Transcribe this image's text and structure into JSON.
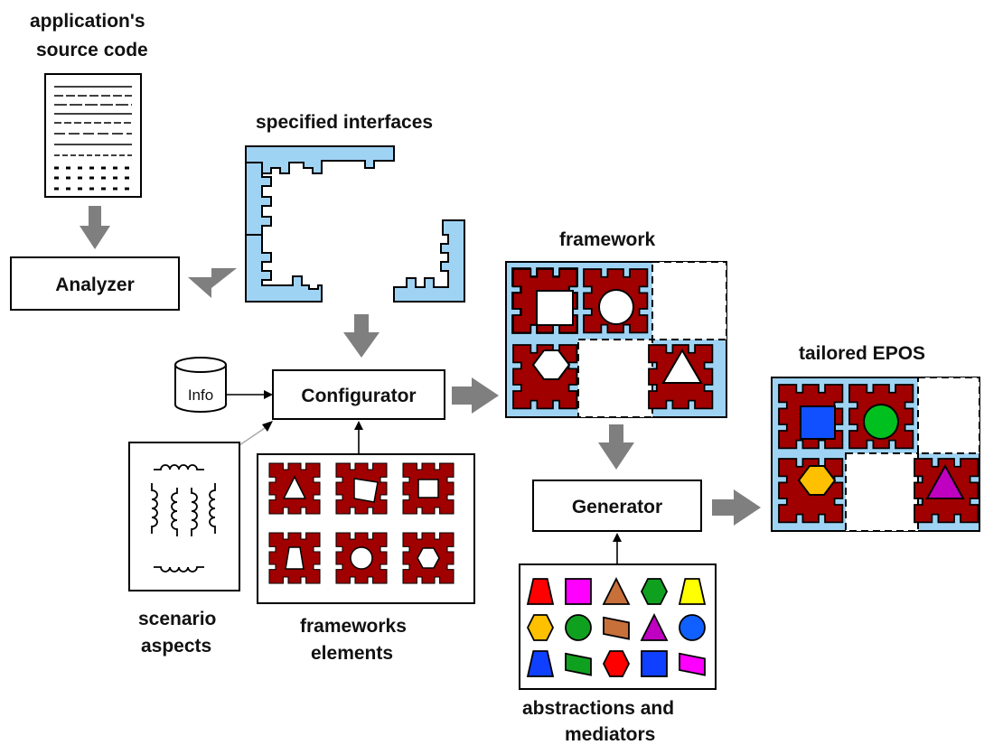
{
  "labels": {
    "source_line1": "application's",
    "source_line2": "source code",
    "specified_interfaces": "specified interfaces",
    "framework": "framework",
    "tailored": "tailored EPOS",
    "scenario_line1": "scenario",
    "scenario_line2": "aspects",
    "frameworks_line1": "frameworks",
    "frameworks_line2": "elements",
    "abstractions_line1": "abstractions and",
    "abstractions_line2": "mediators"
  },
  "boxes": {
    "analyzer": "Analyzer",
    "configurator": "Configurator",
    "generator": "Generator",
    "info": "Info"
  },
  "colors": {
    "interface_blue": "#9fd3f4",
    "component_red": "#a00000",
    "arrow_gray": "#7f7f7f",
    "outline": "#000000"
  },
  "abstraction_shapes": [
    {
      "shape": "trapezoid",
      "color": "#ff0000"
    },
    {
      "shape": "square",
      "color": "#ff00ff"
    },
    {
      "shape": "triangle",
      "color": "#c8703a"
    },
    {
      "shape": "hexagon",
      "color": "#10a020"
    },
    {
      "shape": "trapezoid",
      "color": "#ffff00"
    },
    {
      "shape": "hexagon",
      "color": "#ffc000"
    },
    {
      "shape": "circle",
      "color": "#10a020"
    },
    {
      "shape": "parallelogram",
      "color": "#c8703a"
    },
    {
      "shape": "triangle",
      "color": "#c000c0"
    },
    {
      "shape": "circle",
      "color": "#1060ff"
    },
    {
      "shape": "trapezoid",
      "color": "#1040ff"
    },
    {
      "shape": "parallelogram",
      "color": "#10a020"
    },
    {
      "shape": "hexagon",
      "color": "#ff0000"
    },
    {
      "shape": "square",
      "color": "#1040ff"
    },
    {
      "shape": "parallelogram",
      "color": "#ff00ff"
    }
  ],
  "tailored_shapes": [
    {
      "shape": "square",
      "color": "#1050ff"
    },
    {
      "shape": "circle",
      "color": "#00c020"
    },
    {
      "shape": "hexagon",
      "color": "#ffc000"
    },
    {
      "shape": "triangle",
      "color": "#c000c0"
    }
  ]
}
